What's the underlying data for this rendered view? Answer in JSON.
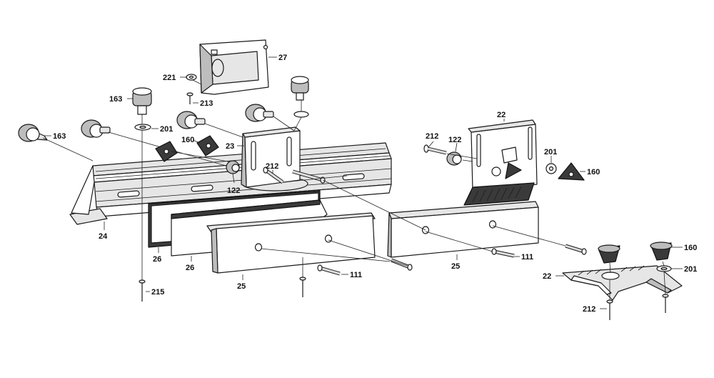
{
  "callouts": {
    "c27": "27",
    "c221": "221",
    "c213": "213",
    "c163a": "163",
    "c163b": "163",
    "c201a": "201",
    "c160a": "160",
    "c23": "23",
    "c212a": "212",
    "c122a": "122",
    "c24": "24",
    "c26a": "26",
    "c26b": "26",
    "c25a": "25",
    "c215": "215",
    "c111a": "111",
    "c22a": "22",
    "c212b": "212",
    "c122b": "122",
    "c201b": "201",
    "c160b": "160",
    "c25b": "25",
    "c111b": "111",
    "c160c": "160",
    "c201c": "201",
    "c22b": "22",
    "c212c": "212"
  },
  "colors": {
    "line": "#1a1a1a",
    "fill_light": "#e6e6e6",
    "fill_mid": "#bdbdbd",
    "fill_dark": "#3a3a3a",
    "background": "#ffffff"
  }
}
